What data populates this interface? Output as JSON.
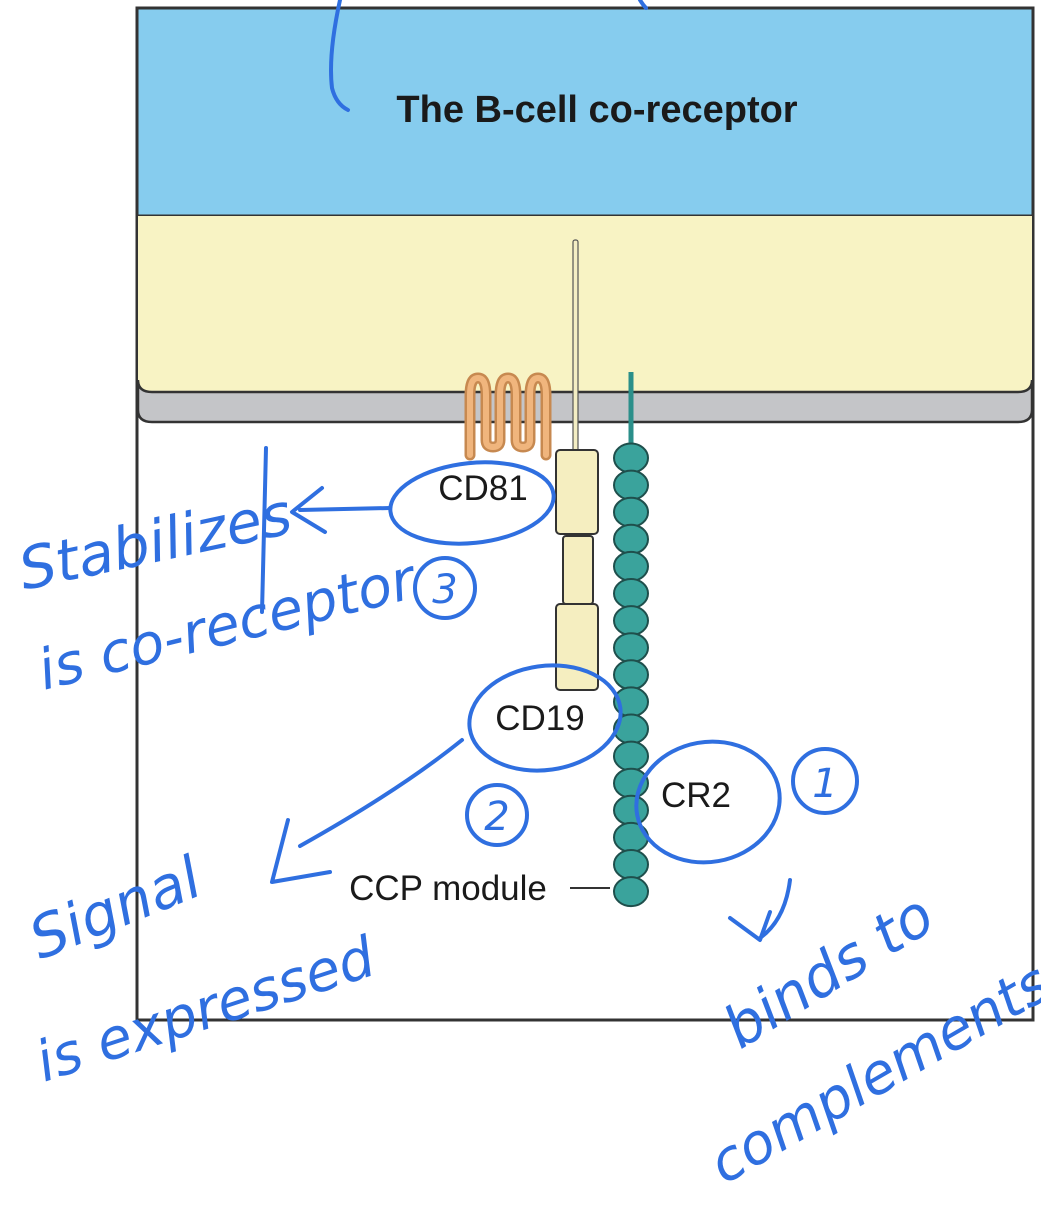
{
  "diagram": {
    "title": "The B-cell co-receptor",
    "labels": {
      "cd81": "CD81",
      "cd19": "CD19",
      "cr2": "CR2",
      "ccp_module": "CCP module"
    }
  },
  "annotations": {
    "cd81_note_line1": "Stabilizes",
    "cd81_note_line2": "is co-receptor",
    "cd81_number": "3",
    "cd19_note_line1": "Signal",
    "cd19_note_line2": "is expressed",
    "cd19_number": "2",
    "cr2_note_line1": "binds to",
    "cr2_note_line2": "complements",
    "cr2_number": "1"
  },
  "colors": {
    "title_band": "#86ccee",
    "cytoplasm": "#f8f3c4",
    "membrane": "#c4c5c8",
    "cd81": "#e8a46a",
    "cd19": "#f5eec0",
    "cr2": "#3aa39c",
    "ink": "#2f6fe0"
  }
}
